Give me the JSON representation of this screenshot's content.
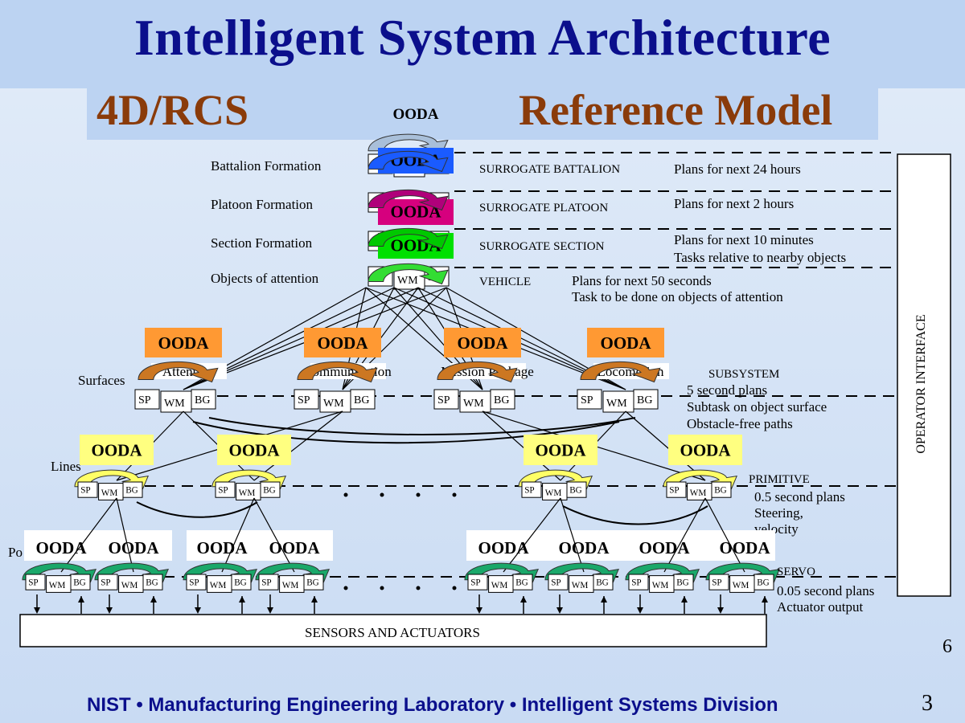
{
  "header": {
    "title": "Intelligent System Architecture",
    "subtitle_left": "4D/RCS",
    "subtitle_right": "Reference Model"
  },
  "diagram": {
    "top_label": "OODA",
    "ooda": "OODA",
    "node_sp": "SP",
    "node_wm": "WM",
    "node_bg": "BG",
    "upper_levels": [
      {
        "left_label": "Battalion Formation",
        "name": "SURROGATE BATTALION",
        "desc": [
          "Plans for next 24 hours"
        ],
        "color": "#1a5bff"
      },
      {
        "left_label": "Platoon Formation",
        "name": "SURROGATE PLATOON",
        "desc": [
          "Plans for next 2 hours"
        ],
        "color": "#d6007e"
      },
      {
        "left_label": "Section Formation",
        "name": "SURROGATE  SECTION",
        "desc": [
          "Plans for next 10 minutes",
          "Tasks relative to nearby objects"
        ],
        "color": "#00e000"
      },
      {
        "left_label": "Objects of attention",
        "name": "VEHICLE",
        "desc": [
          "Plans for next 50 seconds",
          "Task to be done on objects of attention"
        ],
        "color": "#ffffff"
      }
    ],
    "subsystem_labels": [
      "Attention",
      "Communication",
      "Mission Package",
      "Locomotion"
    ],
    "subsystem_left_label": "Surfaces",
    "subsystem": {
      "name": "SUBSYSTEM",
      "desc": [
        "5 second plans",
        "Subtask on object surface",
        "Obstacle-free paths"
      ]
    },
    "primitive_left_label": "Lines",
    "primitive": {
      "name": "PRIMITIVE",
      "desc": [
        "0.5 second plans",
        "Steering,",
        "velocity"
      ]
    },
    "servo_left_label": "Po",
    "servo": {
      "name": "SERVO",
      "desc": [
        "0.05 second plans",
        "Actuator output"
      ]
    },
    "sensors_label": "SENSORS   AND   ACTUATORS",
    "operator_interface": "OPERATOR INTERFACE",
    "colors": {
      "subsystem_ooda": "#ff9933",
      "primitive_ooda": "#ffff80",
      "servo_ooda": "#ffffff",
      "brown_arrow": "#cc7722",
      "yellow_arrow": "#ffff66",
      "teal_arrow": "#1aa86a",
      "top_arrow": "#a9bfd9"
    }
  },
  "footer": {
    "text": "NIST  •  Manufacturing Engineering Laboratory  •  Intelligent Systems Division",
    "page_number": "3",
    "slide_number": "6"
  }
}
